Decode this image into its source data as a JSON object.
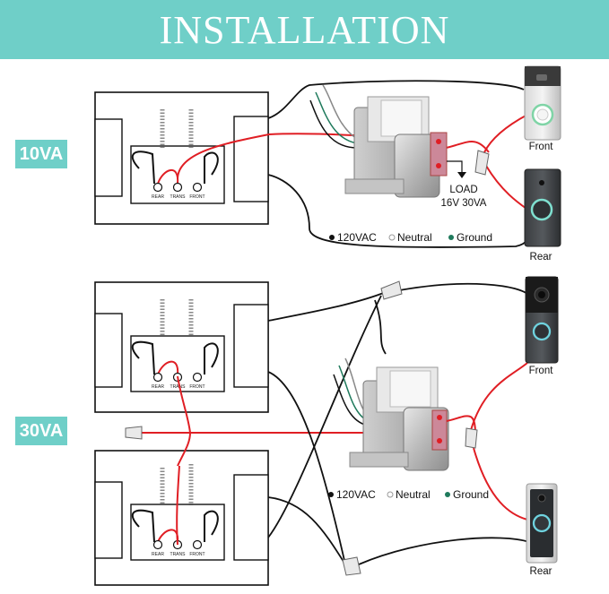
{
  "banner": {
    "title": "INSTALLATION"
  },
  "badges": {
    "top": "10VA",
    "bottom": "30VA"
  },
  "chime": {
    "terminal_rear": "REAR",
    "terminal_trans": "TRANS",
    "terminal_front": "FRONT"
  },
  "transformer": {
    "load_line1": "LOAD",
    "load_line2": "16V 30VA"
  },
  "legend": {
    "hot": "120VAC",
    "neutral": "Neutral",
    "ground": "Ground"
  },
  "doorbells": {
    "front": "Front",
    "rear": "Rear"
  },
  "colors": {
    "accent": "#6fcfc8",
    "wire_red": "#e01e24",
    "wire_black": "#111111",
    "ground_green": "#1f7a5c"
  }
}
